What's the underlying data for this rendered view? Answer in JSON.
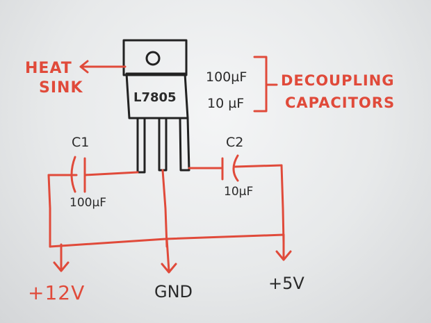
{
  "labels": {
    "heat_sink_line1": "HEAT",
    "heat_sink_line2": "SINK",
    "regulator_part": "L7805",
    "cap1_name": "C1",
    "cap1_value": "100µF",
    "cap2_name": "C2",
    "cap2_value": "10µF",
    "legend_value_1": "100µF",
    "legend_value_2": "10 µF",
    "decoupling_line1": "DECOUPLING",
    "decoupling_line2": "CAPACITORS",
    "input_terminal": "+12V",
    "ground_terminal": "GND",
    "output_terminal": "+5V"
  },
  "colors": {
    "ink_red": "#e04a3a",
    "ink_black": "#222222",
    "paper": "#e8eaeb"
  }
}
